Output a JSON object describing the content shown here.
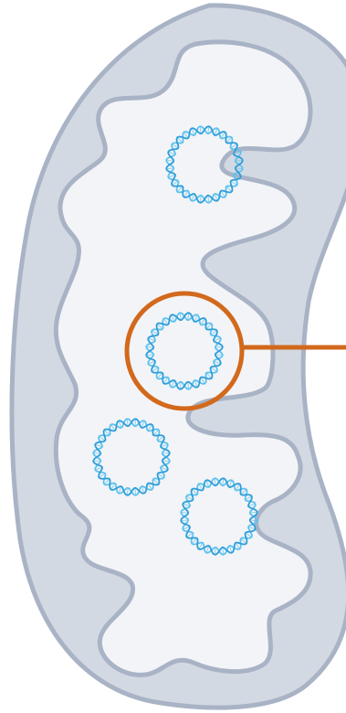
{
  "diagram": {
    "subject": "mitochondrion",
    "colors": {
      "outer_membrane_fill": "#d3d9e2",
      "outer_membrane_stroke": "#a9b3c6",
      "matrix_fill": "#f3f4f7",
      "inner_membrane_stroke": "#a9b3c6",
      "dna_strand_a": "#5fc2ee",
      "dna_strand_b": "#2f9ed9",
      "highlight": "#d2691c"
    },
    "dna_loops": [
      {
        "id": "dna-loop-1"
      },
      {
        "id": "dna-loop-2",
        "highlighted": true
      },
      {
        "id": "dna-loop-3"
      },
      {
        "id": "dna-loop-4"
      }
    ]
  }
}
